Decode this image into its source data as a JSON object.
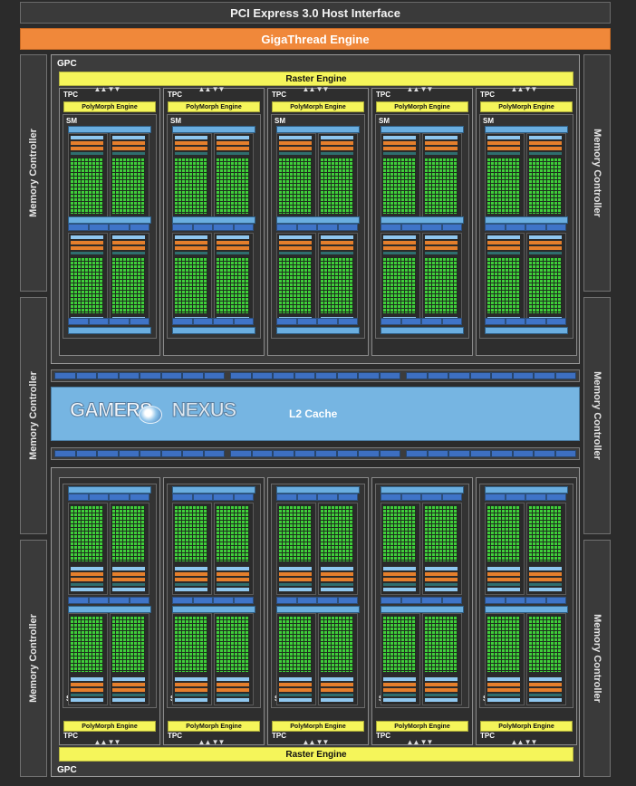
{
  "header": {
    "pcie_label": "PCI Express 3.0 Host Interface",
    "gigathread_label": "GigaThread Engine"
  },
  "memory_controller_label": "Memory Controller",
  "gpc": {
    "label": "GPC",
    "raster_label": "Raster Engine",
    "tpc_label": "TPC",
    "polymorph_label": "PolyMorph Engine",
    "sm_label": "SM",
    "tpc_count": 5
  },
  "l2": {
    "label": "L2 Cache",
    "watermark_part1": "GAMERS",
    "watermark_part2": "NEXUS"
  },
  "colors": {
    "background": "#2b2b2b",
    "gigathread": "#f0883a",
    "raster_polymorph": "#f5f55a",
    "cores": "#3fcf3a",
    "l2_cache": "#76b5e2",
    "units": "#3f74c8",
    "orange_units": "#e57f2c"
  }
}
